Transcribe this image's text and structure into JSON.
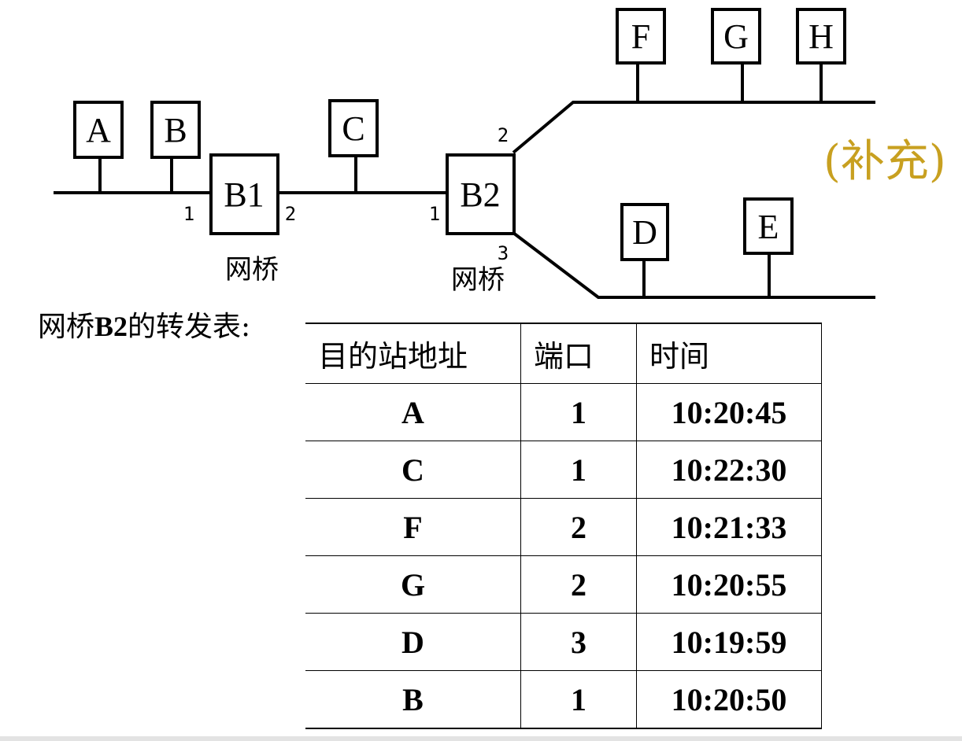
{
  "diagram": {
    "stations": {
      "A": "A",
      "B": "B",
      "C": "C",
      "D": "D",
      "E": "E",
      "F": "F",
      "G": "G",
      "H": "H"
    },
    "bridges": {
      "b1": {
        "name": "B1",
        "label": "网桥",
        "ports": [
          "1",
          "2"
        ]
      },
      "b2": {
        "name": "B2",
        "label": "网桥",
        "ports": [
          "1",
          "2",
          "3"
        ]
      }
    },
    "supplement": "(补充)"
  },
  "table": {
    "caption_prefix": "网桥",
    "caption_bold": "B2",
    "caption_suffix": "的转发表:",
    "headers": [
      "目的站地址",
      "端口",
      "时间"
    ],
    "rows": [
      {
        "dest": "A",
        "port": "1",
        "time": "10:20:45"
      },
      {
        "dest": "C",
        "port": "1",
        "time": "10:22:30"
      },
      {
        "dest": "F",
        "port": "2",
        "time": "10:21:33"
      },
      {
        "dest": "G",
        "port": "2",
        "time": "10:20:55"
      },
      {
        "dest": "D",
        "port": "3",
        "time": "10:19:59"
      },
      {
        "dest": "B",
        "port": "1",
        "time": "10:20:50"
      }
    ]
  }
}
